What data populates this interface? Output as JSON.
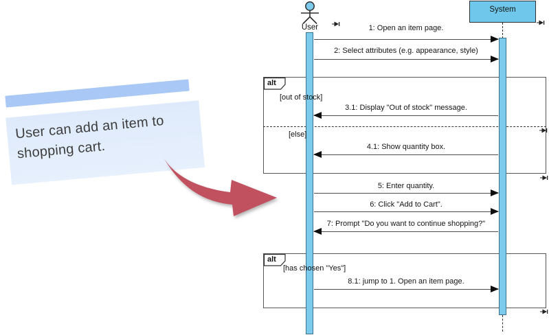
{
  "diagram": {
    "actors": [
      {
        "name": "User",
        "kind": "actor"
      },
      {
        "name": "System",
        "kind": "object"
      }
    ],
    "messages": [
      {
        "label": "1: Open an item page.",
        "from": "User",
        "to": "System"
      },
      {
        "label": "2: Select attributes (e.g. appearance, style)",
        "from": "User",
        "to": "System"
      },
      {
        "label": "3.1: Display \"Out of stock\" message.",
        "from": "System",
        "to": "User"
      },
      {
        "label": "4.1: Show quantity box.",
        "from": "System",
        "to": "User"
      },
      {
        "label": "5: Enter quantity.",
        "from": "User",
        "to": "System"
      },
      {
        "label": "6: Click \"Add to Cart\".",
        "from": "User",
        "to": "System"
      },
      {
        "label": "7: Prompt \"Do you want to continue shopping?\"",
        "from": "System",
        "to": "User"
      },
      {
        "label": "8.1: jump to 1. Open an item page.",
        "from": "User",
        "to": "System"
      }
    ],
    "fragments": [
      {
        "operator": "alt",
        "guards": [
          "[out of stock]",
          "[else]"
        ]
      },
      {
        "operator": "alt",
        "guards": [
          "[has chosen \"Yes\"]"
        ]
      }
    ]
  },
  "note": {
    "text": "User can add an item to shopping cart."
  },
  "colors": {
    "activation_fill": "#7CCBEC",
    "activation_border": "#39708B",
    "object_fill": "#6FC8EB",
    "note_bar": "#A9C8F6",
    "note_body": "#E2ECFC",
    "annotation_arrow": "#C25160"
  }
}
